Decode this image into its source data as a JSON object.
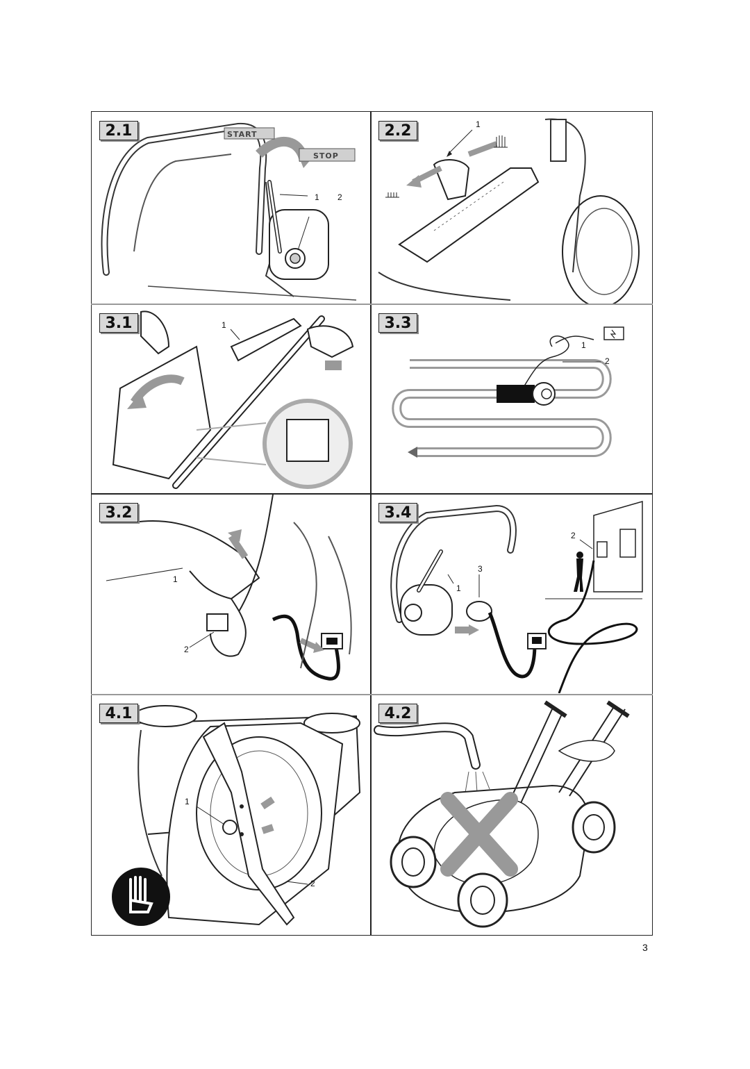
{
  "panels": [
    {
      "id": "2.1",
      "label": "2.1",
      "callouts": [
        "1",
        "2"
      ],
      "badges": [
        "START",
        "STOP"
      ]
    },
    {
      "id": "2.2",
      "label": "2.2",
      "callouts": [
        "1"
      ]
    },
    {
      "id": "3.1",
      "label": "3.1",
      "callouts": [
        "1"
      ]
    },
    {
      "id": "3.3",
      "label": "3.3",
      "callouts": [
        "1",
        "2"
      ]
    },
    {
      "id": "3.2",
      "label": "3.2",
      "callouts": [
        "1",
        "2"
      ]
    },
    {
      "id": "3.4",
      "label": "3.4",
      "callouts": [
        "1",
        "2",
        "3"
      ]
    },
    {
      "id": "4.1",
      "label": "4.1",
      "callouts": [
        "1",
        "2"
      ]
    },
    {
      "id": "4.2",
      "label": "4.2",
      "callouts": []
    }
  ],
  "page_number": "3"
}
